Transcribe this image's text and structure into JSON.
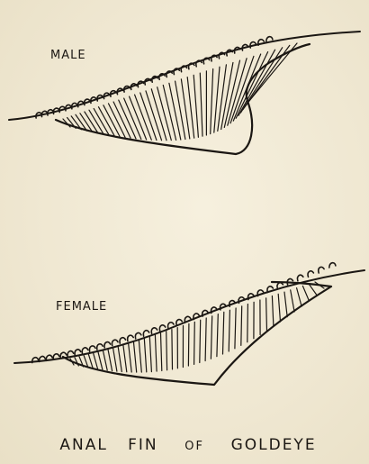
{
  "diagram": {
    "labels": {
      "male": "Male",
      "female": "Female"
    },
    "caption": {
      "word1": "Anal",
      "word2": "Fin",
      "word3": "of",
      "word4": "Goldeye"
    },
    "ink_color": "#1b1713",
    "paper_color": "#f1ead6"
  }
}
